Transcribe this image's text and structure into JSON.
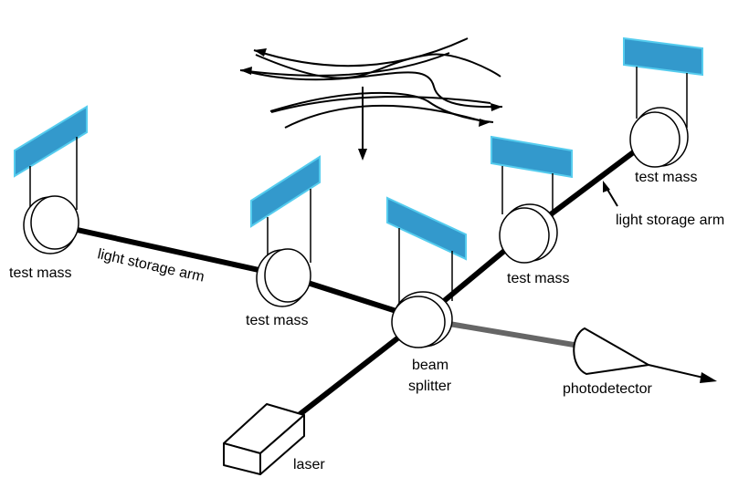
{
  "labels": {
    "test_mass_left": "test mass",
    "light_storage_arm_left": "light storage arm",
    "test_mass_center": "test mass",
    "beam_splitter_line1": "beam",
    "beam_splitter_line2": "splitter",
    "test_mass_right_inner": "test mass",
    "test_mass_right_outer": "test mass",
    "light_storage_arm_right": "light storage arm",
    "photodetector": "photodetector",
    "laser": "laser"
  },
  "colors": {
    "mirror_fill": "#3399cc",
    "mirror_edge": "#55ccee",
    "beam": "#000000",
    "output_beam": "#666666"
  }
}
